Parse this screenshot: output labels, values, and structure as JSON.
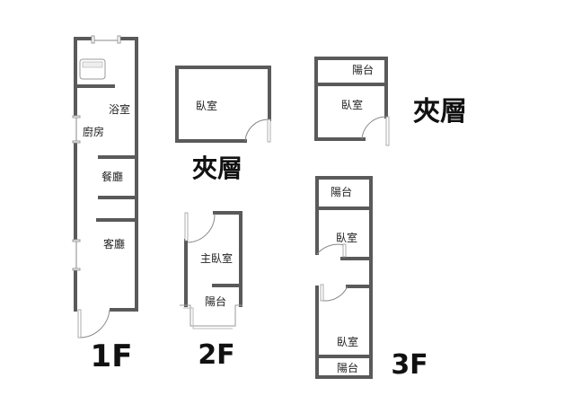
{
  "floor_labels": {
    "f1": "1F",
    "f2": "2F",
    "f3": "3F",
    "mezz_a": "夾層",
    "mezz_b": "夾層"
  },
  "f1_rooms": {
    "bath": "浴室",
    "kitchen": "廚房",
    "dining": "餐廳",
    "living": "客廳"
  },
  "mezz_a_rooms": {
    "bedroom": "臥室"
  },
  "mezz_b_rooms": {
    "balcony": "陽台",
    "bedroom": "臥室"
  },
  "f2_rooms": {
    "master": "主臥室",
    "balcony": "陽台"
  },
  "f3_rooms": {
    "balcony_top": "陽台",
    "bedroom_1": "臥室",
    "bedroom_2": "臥室",
    "balcony_bottom": "陽台"
  }
}
